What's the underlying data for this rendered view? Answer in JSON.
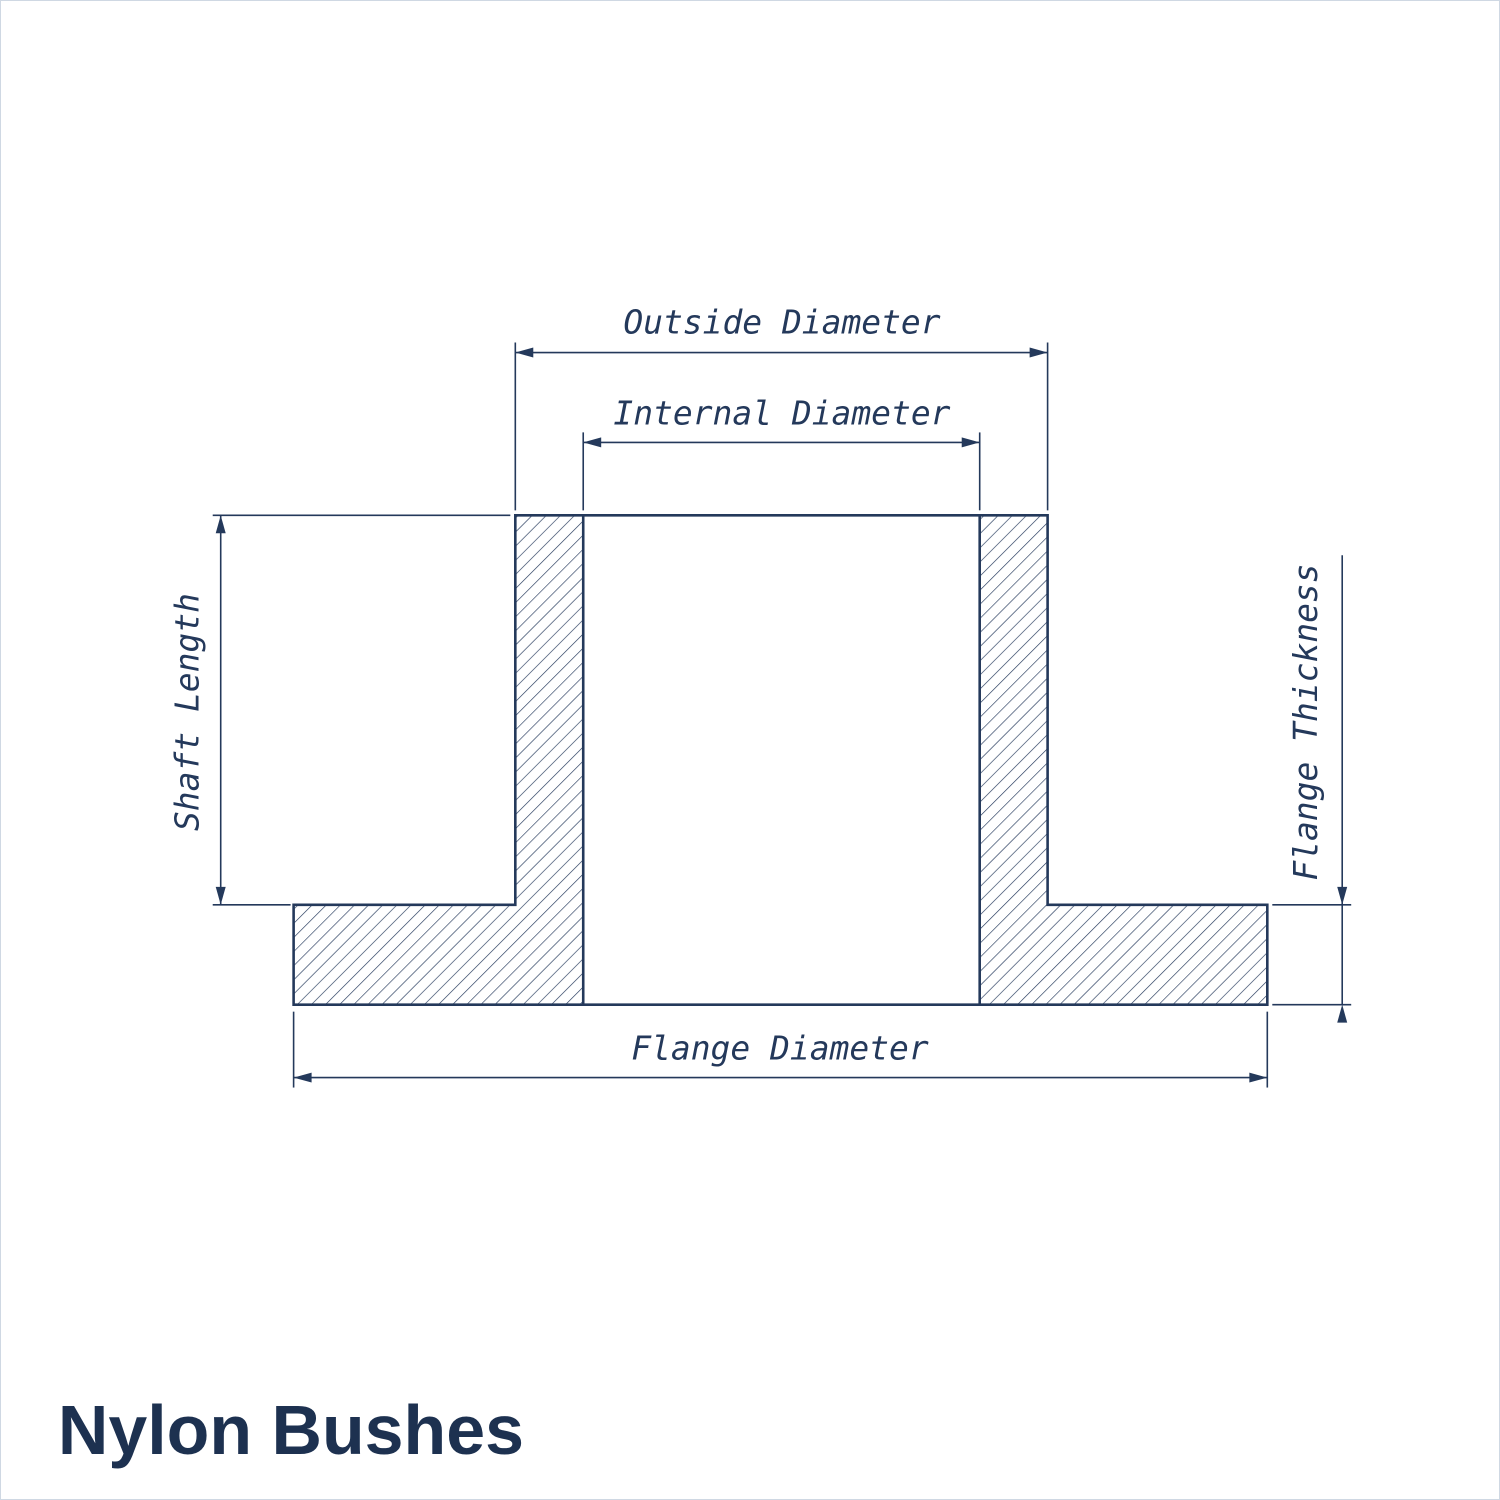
{
  "title": "Nylon Bushes",
  "colors": {
    "line": "#24395b",
    "title": "#1d3150"
  },
  "labels": {
    "outside_diameter": "Outside Diameter",
    "internal_diameter": "Internal Diameter",
    "shaft_length": "Shaft Length",
    "flange_thickness": "Flange Thickness",
    "flange_diameter": "Flange Diameter"
  }
}
